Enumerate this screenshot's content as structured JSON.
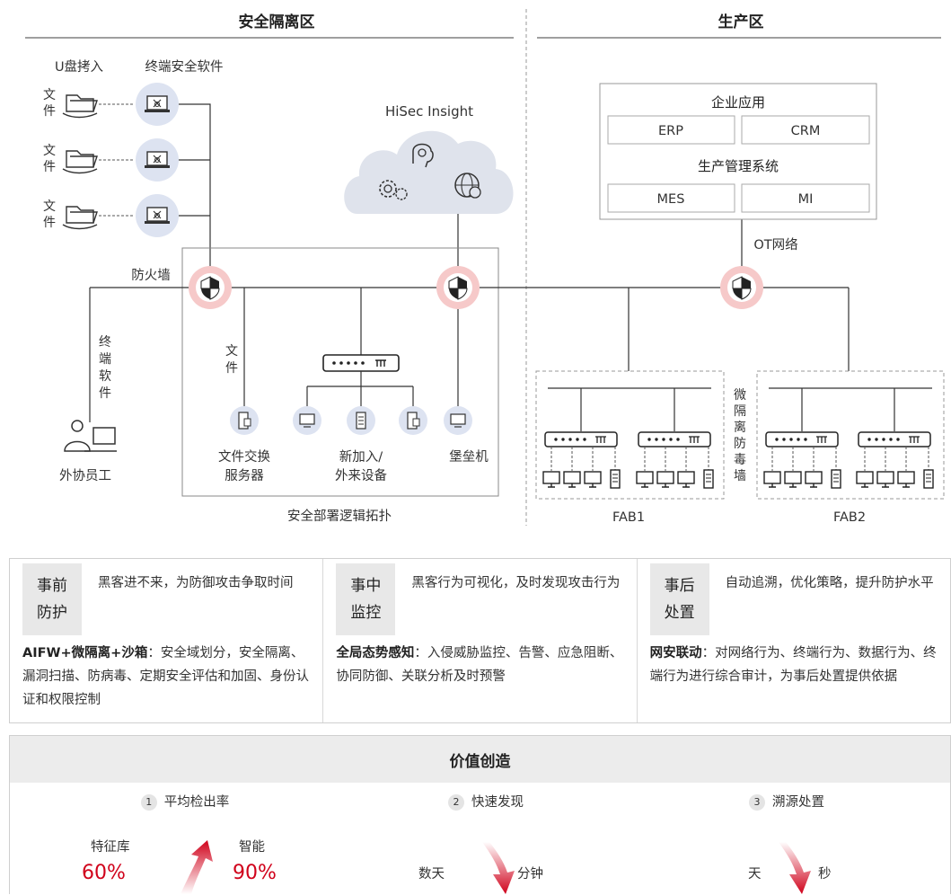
{
  "topology": {
    "security_zone_title": "安全隔离区",
    "production_zone_title": "生产区",
    "usb_label": "U盘拷入",
    "endpoint_software_label": "终端安全软件",
    "file_label_h": [
      "文",
      "件"
    ],
    "hisec_label": "HiSec Insight",
    "firewall_label": "防火墙",
    "endpoint_software_vertical": [
      "终",
      "端",
      "软",
      "件"
    ],
    "contractor_label": "外协员工",
    "file_vertical": [
      "文",
      "件"
    ],
    "file_exchange_server": [
      "文件交换",
      "服务器"
    ],
    "new_devices": [
      "新加入/",
      "外来设备"
    ],
    "bastion_host": "堡垒机",
    "logical_topology_caption": "安全部署逻辑拓扑",
    "enterprise_apps": {
      "title": "企业应用",
      "items": [
        "ERP",
        "CRM"
      ],
      "mgmt_title": "生产管理系统",
      "mgmt_items": [
        "MES",
        "MI"
      ]
    },
    "ot_network_label": "OT网络",
    "micro_isolation_vertical": [
      "微",
      "隔",
      "离",
      "防",
      "毒",
      "墙"
    ],
    "fab1_label": "FAB1",
    "fab2_label": "FAB2"
  },
  "phases": [
    {
      "tag": [
        "事前",
        "防护"
      ],
      "summary": "黑客进不来，为防御攻击争取时间",
      "detail_bold": "AIFW+微隔离+沙箱",
      "detail_rest": "：安全域划分，安全隔离、漏洞扫描、防病毒、定期安全评估和加固、身份认证和权限控制"
    },
    {
      "tag": [
        "事中",
        "监控"
      ],
      "summary": "黑客行为可视化，及时发现攻击行为",
      "detail_bold": "全局态势感知",
      "detail_rest": "：入侵威胁监控、告警、应急阻断、协同防御、关联分析及时预警"
    },
    {
      "tag": [
        "事后",
        "处置"
      ],
      "summary": "自动追溯，优化策略，提升防护水平",
      "detail_bold": "网安联动",
      "detail_rest": "：对网络行为、终端行为、数据行为、终端行为进行综合审计，为事后处置提供依据"
    }
  ],
  "value": {
    "header": "价值创造",
    "items": [
      {
        "num": "1",
        "title": "平均检出率",
        "from_label": "特征库",
        "from_value": "60%",
        "to_label": "智能",
        "to_value": "90%"
      },
      {
        "num": "2",
        "title": "快速发现",
        "from_label": "数天",
        "to_label": "分钟"
      },
      {
        "num": "3",
        "title": "溯源处置",
        "from_label": "天",
        "to_label": "秒"
      }
    ]
  },
  "colors": {
    "accent_red": "#d0021b",
    "firewall_pink": "#f6c9c9",
    "node_blue": "#dde3f1",
    "cloud": "#dfe3ec"
  }
}
